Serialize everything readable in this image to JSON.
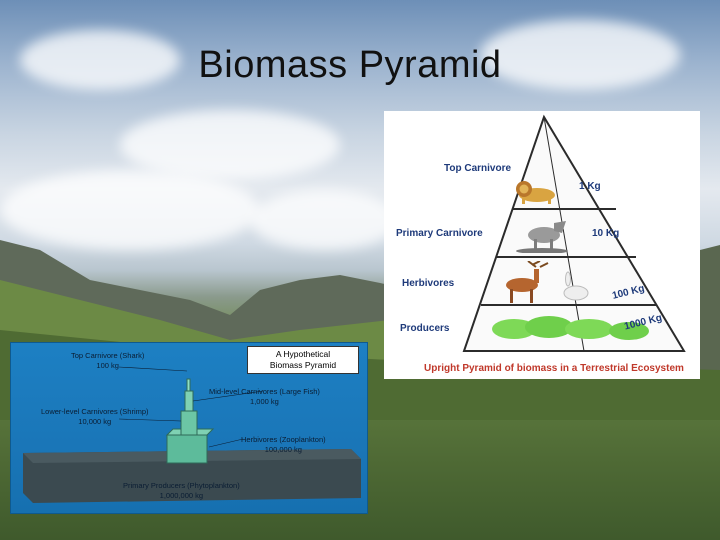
{
  "slide": {
    "title": "Biomass Pyramid"
  },
  "terrestrial_pyramid": {
    "levels": [
      {
        "label": "Top Carnivore",
        "mass": "1 Kg",
        "icon": "lion-icon"
      },
      {
        "label": "Primary Carnivore",
        "mass": "10 Kg",
        "icon": "wolf-icon"
      },
      {
        "label": "Herbivores",
        "mass": "100 Kg",
        "icon": "deer-rabbit-icon"
      },
      {
        "label": "Producers",
        "mass": "1000 Kg",
        "icon": "grass-icon"
      }
    ],
    "caption": "Upright Pyramid of biomass in a Terrestrial Ecosystem",
    "colors": {
      "outline": "#2b2b2b",
      "label": "#1e3a7a",
      "caption": "#c0392b"
    }
  },
  "aquatic_pyramid": {
    "box_title_line1": "A Hypothetical",
    "box_title_line2": "Biomass Pyramid",
    "levels": [
      {
        "name": "Top Carnivore (Shark)",
        "mass": "100 kg"
      },
      {
        "name": "Mid-level Carnivores (Large Fish)",
        "mass": "1,000 kg"
      },
      {
        "name": "Lower-level Carnivores (Shrimp)",
        "mass": "10,000 kg"
      },
      {
        "name": "Herbivores (Zooplankton)",
        "mass": "100,000 kg"
      },
      {
        "name": "Primary Producers (Phytoplankton)",
        "mass": "1,000,000 kg"
      }
    ],
    "colors": {
      "water": "#1a76b8",
      "slab": "#3b4a50",
      "block": "#5dbb9b"
    }
  }
}
